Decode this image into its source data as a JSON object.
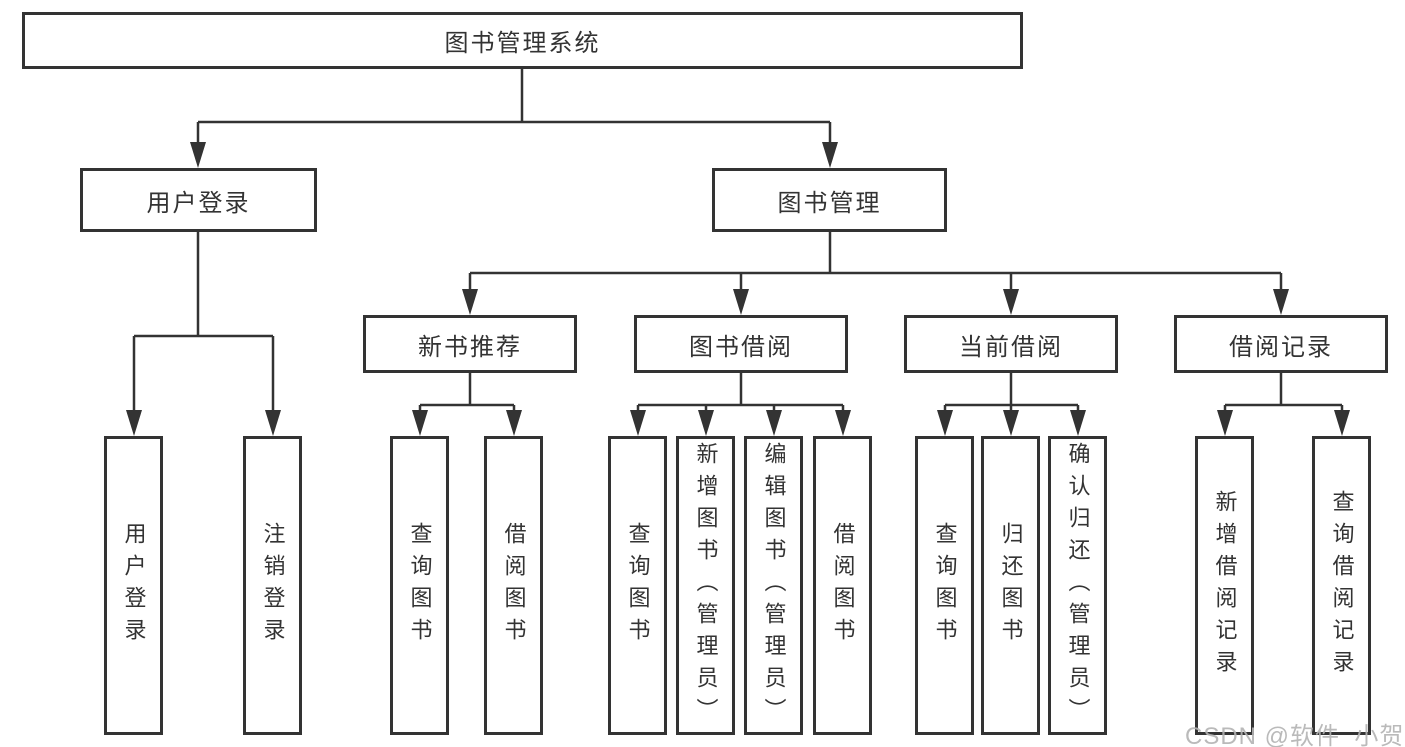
{
  "diagram": {
    "root": "图书管理系统",
    "level1": {
      "user_login": "用户登录",
      "book_mgmt": "图书管理"
    },
    "level2": {
      "new_books": "新书推荐",
      "book_borrow": "图书借阅",
      "current_borrow": "当前借阅",
      "borrow_records": "借阅记录"
    },
    "leaves": {
      "user_login_1": "用户登录",
      "user_login_2": "注销登录",
      "new_books_1": "查询图书",
      "new_books_2": "借阅图书",
      "book_borrow_1": "查询图书",
      "book_borrow_2": "新增图书（管理员）",
      "book_borrow_3": "编辑图书（管理员）",
      "book_borrow_4": "借阅图书",
      "current_borrow_1": "查询图书",
      "current_borrow_2": "归还图书",
      "current_borrow_3": "确认归还（管理员）",
      "borrow_records_1": "新增借阅记录",
      "borrow_records_2": "查询借阅记录"
    },
    "colors": {
      "line": "#333333",
      "text": "#333333",
      "watermark": "#b3b3b3",
      "background": "#ffffff"
    }
  },
  "watermark": "CSDN @软件_小贺同学"
}
